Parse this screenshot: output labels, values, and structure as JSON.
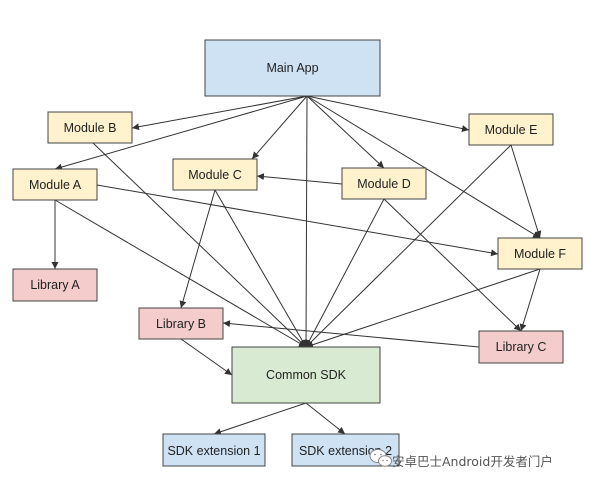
{
  "colors": {
    "app": "#cfe2f3",
    "module": "#fff2cc",
    "library": "#f4cccc",
    "sdk": "#d9ead3",
    "extension": "#cfe2f3",
    "edge": "#333333"
  },
  "nodes": {
    "main_app": {
      "label": "Main App",
      "kind": "app"
    },
    "module_b": {
      "label": "Module B",
      "kind": "module"
    },
    "module_e": {
      "label": "Module E",
      "kind": "module"
    },
    "module_c": {
      "label": "Module C",
      "kind": "module"
    },
    "module_d": {
      "label": "Module D",
      "kind": "module"
    },
    "module_a": {
      "label": "Module A",
      "kind": "module"
    },
    "module_f": {
      "label": "Module F",
      "kind": "module"
    },
    "library_a": {
      "label": "Library A",
      "kind": "library"
    },
    "library_b": {
      "label": "Library B",
      "kind": "library"
    },
    "library_c": {
      "label": "Library C",
      "kind": "library"
    },
    "common_sdk": {
      "label": "Common SDK",
      "kind": "sdk"
    },
    "sdk_ext_1": {
      "label": "SDK extension 1",
      "kind": "extension"
    },
    "sdk_ext_2": {
      "label": "SDK extension 2",
      "kind": "extension"
    }
  },
  "edges": [
    {
      "from": "main_app",
      "to": "module_b"
    },
    {
      "from": "main_app",
      "to": "module_e"
    },
    {
      "from": "main_app",
      "to": "module_a"
    },
    {
      "from": "main_app",
      "to": "module_c"
    },
    {
      "from": "main_app",
      "to": "module_d"
    },
    {
      "from": "main_app",
      "to": "module_f"
    },
    {
      "from": "main_app",
      "to": "common_sdk"
    },
    {
      "from": "module_b",
      "to": "common_sdk"
    },
    {
      "from": "module_a",
      "to": "library_a"
    },
    {
      "from": "module_a",
      "to": "module_f"
    },
    {
      "from": "module_a",
      "to": "common_sdk"
    },
    {
      "from": "module_c",
      "to": "library_b"
    },
    {
      "from": "module_c",
      "to": "common_sdk"
    },
    {
      "from": "module_d",
      "to": "module_c"
    },
    {
      "from": "module_d",
      "to": "common_sdk"
    },
    {
      "from": "module_d",
      "to": "library_c"
    },
    {
      "from": "module_e",
      "to": "common_sdk"
    },
    {
      "from": "module_e",
      "to": "module_f"
    },
    {
      "from": "module_f",
      "to": "common_sdk"
    },
    {
      "from": "module_f",
      "to": "library_c"
    },
    {
      "from": "library_c",
      "to": "library_b"
    },
    {
      "from": "library_b",
      "to": "common_sdk"
    },
    {
      "from": "common_sdk",
      "to": "sdk_ext_1"
    },
    {
      "from": "common_sdk",
      "to": "sdk_ext_2"
    }
  ],
  "watermark": {
    "text": "安卓巴士Android开发者门户",
    "icon": "wechat-icon"
  }
}
